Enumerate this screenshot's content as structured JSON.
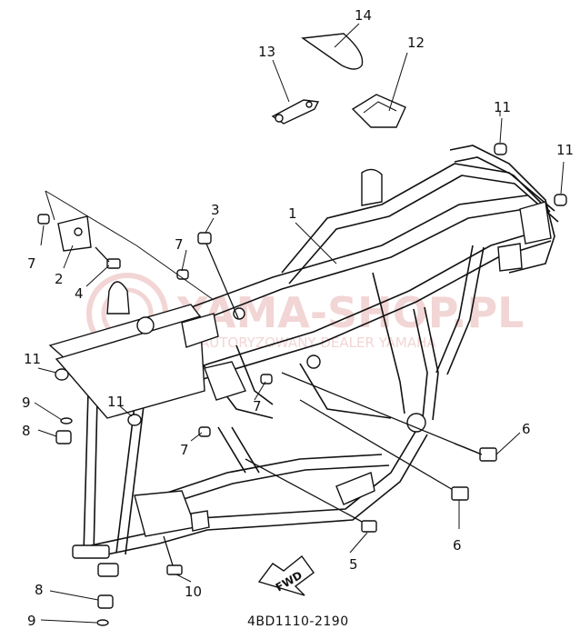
{
  "diagram": {
    "code": "4BD1110-2190",
    "fwd_label": "FWD",
    "watermark": {
      "line1": "YAMA-SHOP.PL",
      "line2": "AUTORYZOWANY DEALER YAMAHA",
      "color": "#e9b3b3"
    },
    "callouts": [
      {
        "id": "c14a",
        "label": "14"
      },
      {
        "id": "c13a",
        "label": "13"
      },
      {
        "id": "c12a",
        "label": "12"
      },
      {
        "id": "c11a",
        "label": "11"
      },
      {
        "id": "c11b",
        "label": "11"
      },
      {
        "id": "c11c",
        "label": "11"
      },
      {
        "id": "c11d",
        "label": "11"
      },
      {
        "id": "c3a",
        "label": "3"
      },
      {
        "id": "c1a",
        "label": "1"
      },
      {
        "id": "c7a",
        "label": "7"
      },
      {
        "id": "c7b",
        "label": "7"
      },
      {
        "id": "c7c",
        "label": "7"
      },
      {
        "id": "c7d",
        "label": "7"
      },
      {
        "id": "c2a",
        "label": "2"
      },
      {
        "id": "c4a",
        "label": "4"
      },
      {
        "id": "c9a",
        "label": "9"
      },
      {
        "id": "c9b",
        "label": "9"
      },
      {
        "id": "c8a",
        "label": "8"
      },
      {
        "id": "c8b",
        "label": "8"
      },
      {
        "id": "c6a",
        "label": "6"
      },
      {
        "id": "c6b",
        "label": "6"
      },
      {
        "id": "c5a",
        "label": "5"
      },
      {
        "id": "c10a",
        "label": "10"
      }
    ]
  }
}
